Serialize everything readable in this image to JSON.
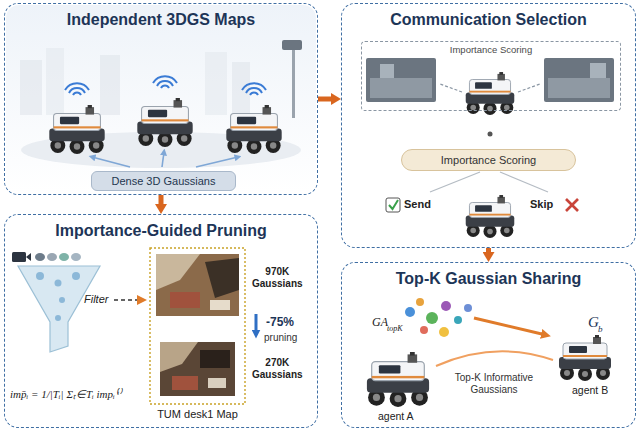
{
  "diagram": {
    "nodes": [
      {
        "text": [
          "Independent 3DGS Maps"
        ]
      },
      {
        "text": [
          "Dense 3D Gaussians"
        ],
        "in": 0
      },
      {
        "text": [
          "Communication Selection"
        ]
      },
      {
        "text": [
          "Importance Scoring"
        ],
        "in": 2
      },
      {
        "text": [
          "Importance Scoring"
        ],
        "in": 2
      },
      {
        "text": [
          "Importance-Guided Pruning"
        ]
      },
      {
        "text": [
          "Top-K Gaussian Sharing"
        ]
      }
    ],
    "edges": [
      {
        "from": 0,
        "to": 2,
        "arrow": "to"
      },
      {
        "from": 0,
        "to": 5,
        "arrow": "to"
      },
      {
        "from": 2,
        "to": 6,
        "arrow": "to"
      }
    ],
    "labels": [
      "Send",
      "Skip",
      "Filter",
      "970K Gaussians",
      "-75%",
      "pruning",
      "270K Gaussians",
      "TUM desk1 Map",
      "imp̄ᵢ = 1/|Tᵢ| Σₜ∈Tᵢ impᵢ⁽ᵗ⁾",
      "GA",
      "topK",
      "Top-K Informative Gaussians",
      "agent A",
      "agent B",
      "G",
      "b"
    ]
  }
}
